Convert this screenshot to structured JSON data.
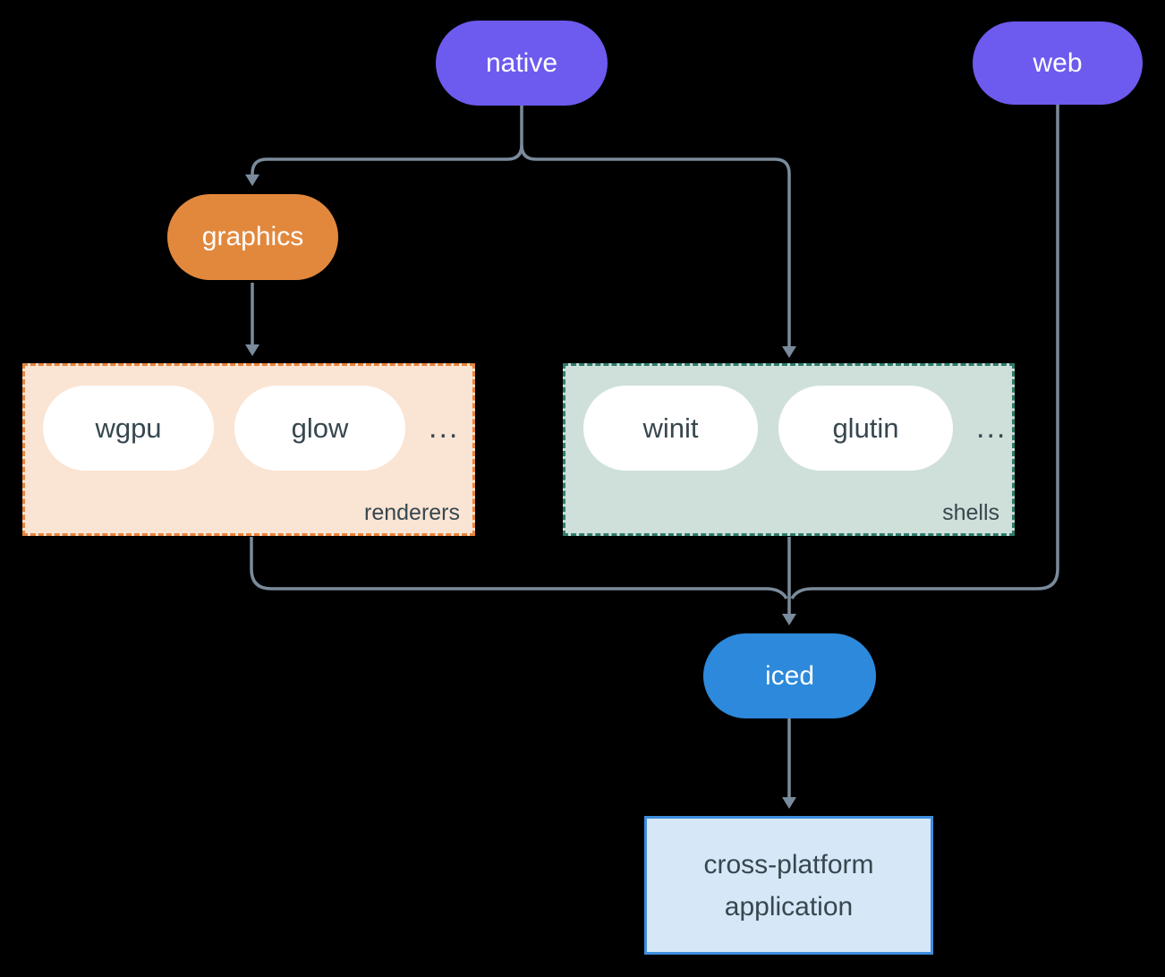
{
  "colors": {
    "background": "#000000",
    "purple": "#6C5BEE",
    "orange": "#E2883D",
    "blue": "#2D89DB",
    "white": "#FFFFFF",
    "text-dark": "#37474F",
    "renderers-fill": "#FAE4D3",
    "renderers-border": "#E8843C",
    "shells-fill": "#CFE0DA",
    "shells-border": "#2E7D6E",
    "app-fill": "#D6E7F7",
    "app-border": "#3E8EDE",
    "arrow": "#7A8B9B"
  },
  "nodes": {
    "native": {
      "label": "native"
    },
    "web": {
      "label": "web"
    },
    "graphics": {
      "label": "graphics"
    },
    "iced": {
      "label": "iced"
    },
    "app": {
      "label": "cross-platform application"
    }
  },
  "groups": {
    "renderers": {
      "label": "renderers",
      "ellipsis": "...",
      "items": [
        "wgpu",
        "glow"
      ]
    },
    "shells": {
      "label": "shells",
      "ellipsis": "...",
      "items": [
        "winit",
        "glutin"
      ]
    }
  },
  "edges": [
    {
      "from": "native",
      "to": "graphics"
    },
    {
      "from": "native",
      "to": "shells"
    },
    {
      "from": "graphics",
      "to": "renderers"
    },
    {
      "from": "renderers",
      "to": "iced"
    },
    {
      "from": "shells",
      "to": "iced"
    },
    {
      "from": "web",
      "to": "iced"
    },
    {
      "from": "iced",
      "to": "app"
    }
  ]
}
